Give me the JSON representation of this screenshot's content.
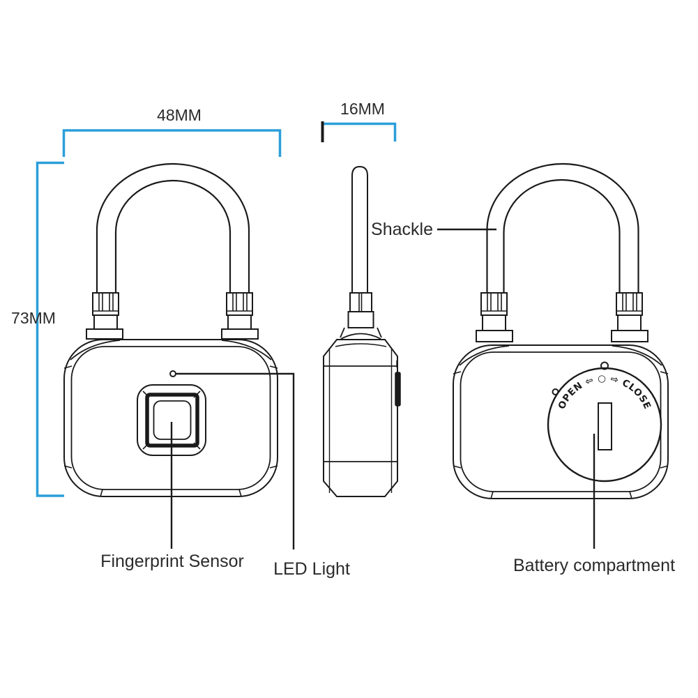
{
  "colors": {
    "dimension_blue": "#2B9FD9",
    "line_ink": "#1A1A1A",
    "text_ink": "#2B2B2B",
    "background": "#FFFFFF"
  },
  "dimensions": {
    "width_label": "48MM",
    "depth_label": "16MM",
    "height_label": "73MM"
  },
  "callouts": {
    "shackle": "Shackle",
    "fingerprint_sensor": "Fingerprint Sensor",
    "led_light": "LED Light",
    "battery_compartment": "Battery compartment"
  },
  "battery_cap": {
    "arc_text": "OPEN ⇦ ○ ⇨ CLOSE"
  }
}
